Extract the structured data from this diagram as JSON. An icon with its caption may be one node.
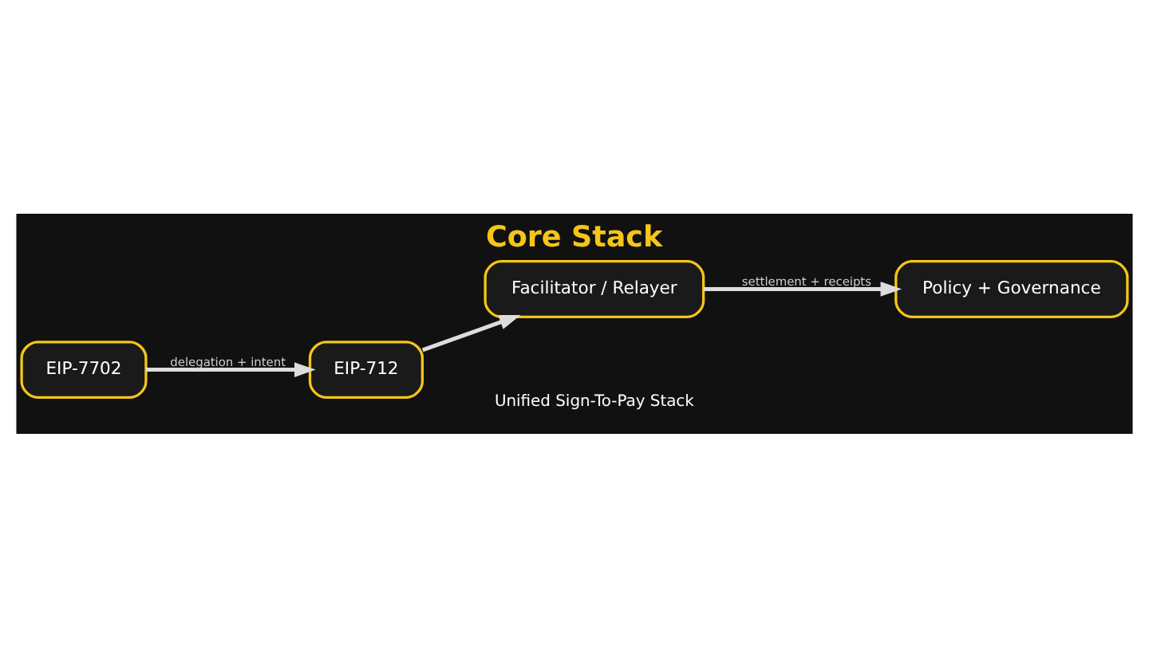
{
  "diagram": {
    "title": "Core Stack",
    "caption": "Unified Sign-To-Pay Stack",
    "nodes": [
      {
        "text": [
          "EIP-7702"
        ]
      },
      {
        "text": [
          "EIP-712"
        ]
      },
      {
        "text": [
          "Facilitator / Relayer"
        ]
      },
      {
        "text": [
          "Policy + Governance"
        ]
      }
    ],
    "edges": [
      {
        "from": 0,
        "to": 1,
        "arrow": "to",
        "label": "delegation + intent"
      },
      {
        "from": 1,
        "to": 2,
        "arrow": "to"
      },
      {
        "from": 2,
        "to": 3,
        "arrow": "to",
        "label": "settlement + receipts"
      }
    ]
  }
}
